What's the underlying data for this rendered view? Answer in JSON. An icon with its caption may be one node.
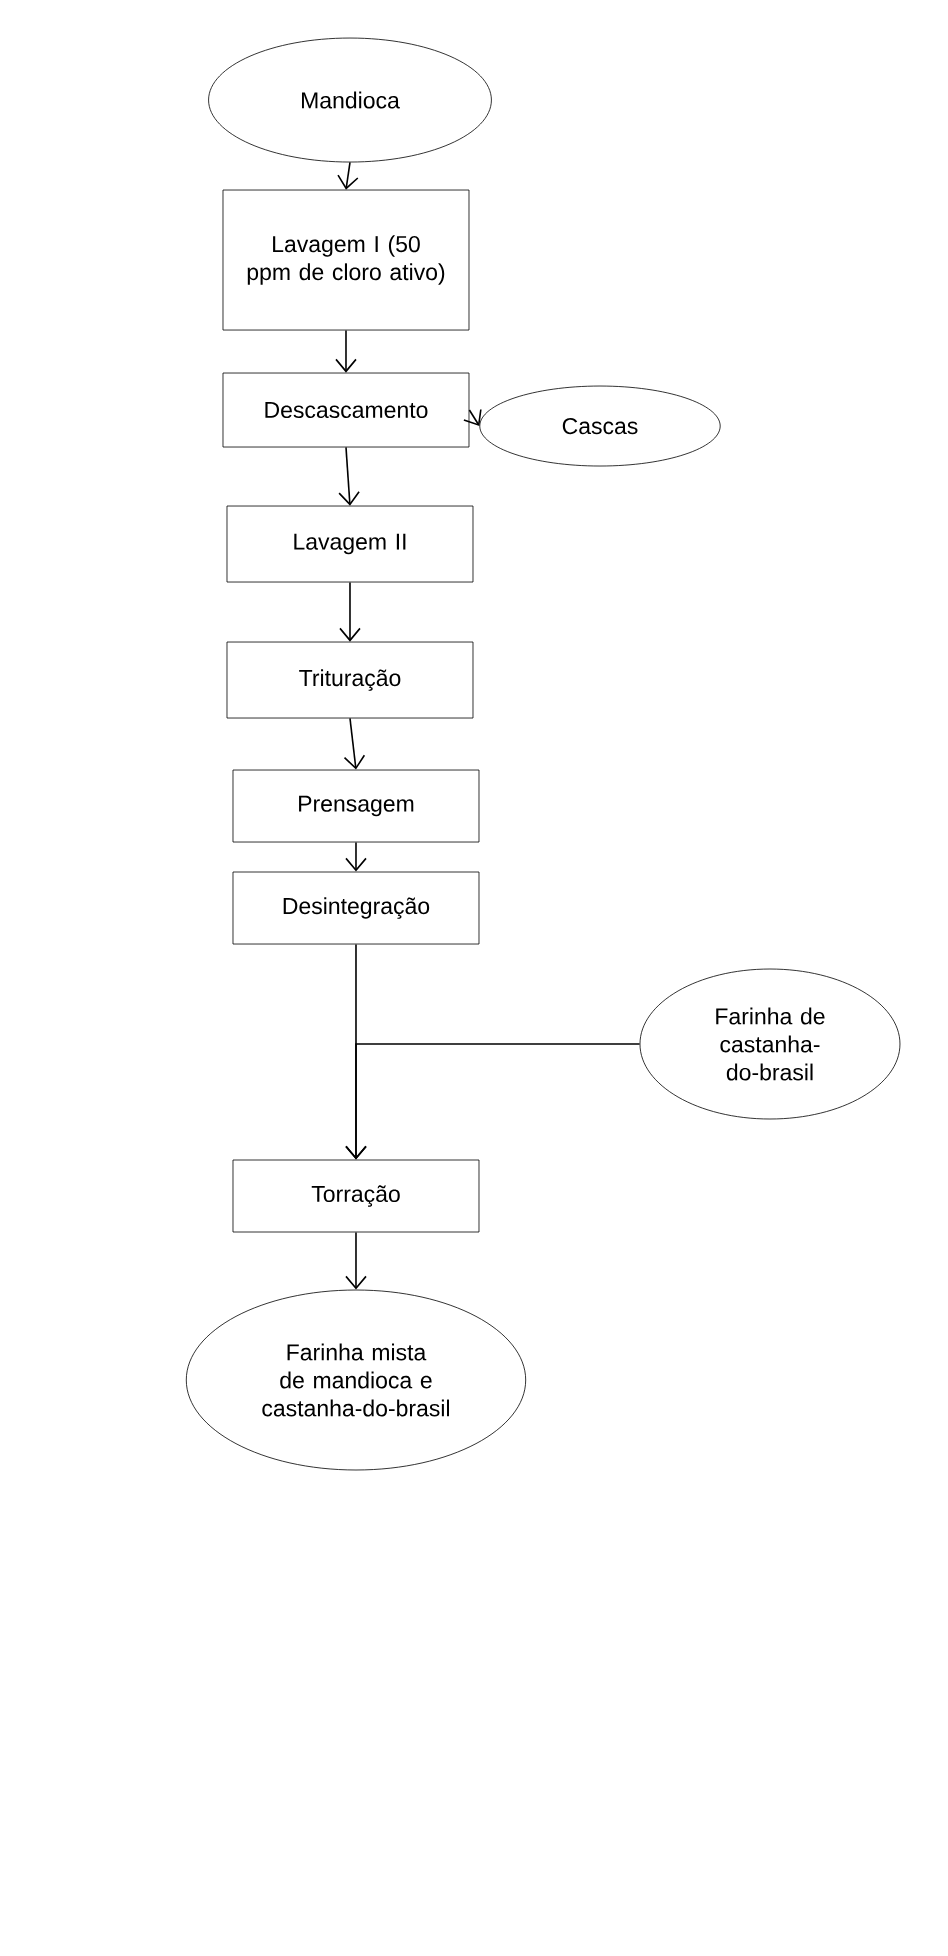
{
  "diagram": {
    "nodes": [
      {
        "text": [
          "Mandioca"
        ]
      },
      {
        "text": [
          "Lavagem I (50 ppm de cloro ativo)"
        ]
      },
      {
        "text": [
          "Descascamento"
        ]
      },
      {
        "text": [
          "Cascas"
        ]
      },
      {
        "text": [
          "Lavagem II"
        ]
      },
      {
        "text": [
          "Trituração"
        ]
      },
      {
        "text": [
          "Prensagem"
        ]
      },
      {
        "text": [
          "Desintegração"
        ]
      },
      {
        "text": [
          "Farinha de castanha-do-brasil"
        ]
      },
      {
        "text": [
          "Torração"
        ]
      },
      {
        "text": [
          "Farinha mista de mandioca e castanha-do-brasil"
        ]
      }
    ],
    "edges": [
      {
        "from": 0,
        "to": 1,
        "arrow": "to"
      },
      {
        "from": 1,
        "to": 2,
        "arrow": "to"
      },
      {
        "from": 2,
        "to": 3,
        "arrow": "to"
      },
      {
        "from": 2,
        "to": 4,
        "arrow": "to"
      },
      {
        "from": 4,
        "to": 5,
        "arrow": "to"
      },
      {
        "from": 5,
        "to": 6,
        "arrow": "to"
      },
      {
        "from": 6,
        "to": 7,
        "arrow": "to"
      },
      {
        "from": 7,
        "to": 9,
        "arrow": "to"
      },
      {
        "from": 8,
        "to": 9,
        "arrow": "to"
      },
      {
        "from": 9,
        "to": 10,
        "arrow": "to"
      }
    ]
  }
}
